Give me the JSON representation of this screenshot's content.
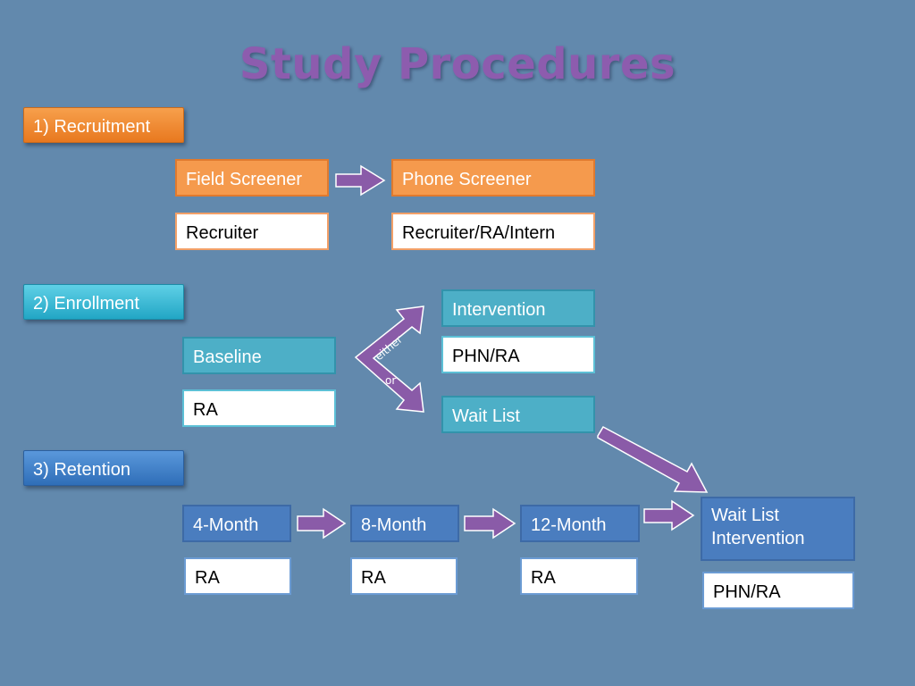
{
  "title": "Study Procedures",
  "sections": {
    "recruitment": "1) Recruitment",
    "enrollment": "2) Enrollment",
    "retention": "3) Retention"
  },
  "recruitment": {
    "field_screener": "Field Screener",
    "field_staff": "Recruiter",
    "phone_screener": "Phone Screener",
    "phone_staff": "Recruiter/RA/Intern"
  },
  "enrollment": {
    "baseline": "Baseline",
    "baseline_staff": "RA",
    "intervention": "Intervention",
    "intervention_staff": "PHN/RA",
    "wait_list": "Wait List",
    "branch_either": "either",
    "branch_or": "or"
  },
  "retention": {
    "month4": "4-Month",
    "month4_staff": "RA",
    "month8": "8-Month",
    "month8_staff": "RA",
    "month12": "12-Month",
    "month12_staff": "RA",
    "wait_list_intervention": "Wait List Intervention",
    "wait_list_intervention_staff": "PHN/RA"
  },
  "colors": {
    "background": "#6289ad",
    "title": "#8d5cae",
    "arrow": "#8a5ba8",
    "orange": "#f59a4d",
    "teal": "#4dafc7",
    "blue": "#4a7dbf"
  }
}
